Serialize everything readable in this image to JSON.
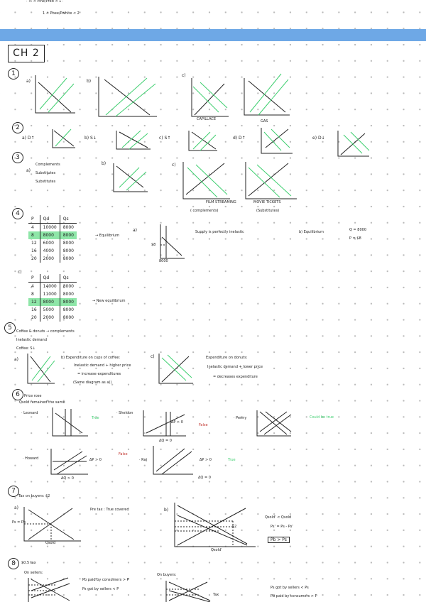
{
  "top": {
    "line1": "· ½ < Pine/Pred < 1 ·",
    "line2": "1 < Pbee/Pwhite < 2"
  },
  "chapter": "CH 2",
  "q1": {
    "num": "1",
    "a": "a)",
    "b": "b)",
    "c": "c)",
    "cap_c": "CAPILLACE",
    "cap_d": "GAS"
  },
  "q2": {
    "num": "2",
    "a": "a) D↑",
    "b": "b) S↓",
    "c": "c) S↑",
    "d": "d) D↑",
    "e": "e) D↓"
  },
  "q3": {
    "num": "3",
    "a": "a)",
    "list": [
      "Complements",
      "Substitutes",
      "Substitutes"
    ],
    "b": "b)",
    "c": "c)",
    "cap_c1": "FILM STREAMING",
    "cap_c2": "( complements)",
    "cap_d1": "MOVIE TICKETS",
    "cap_d2": "(Substitutes)"
  },
  "q4": {
    "num": "4",
    "headers": [
      "P",
      "Qd",
      "Qs"
    ],
    "rows": [
      [
        "4",
        "10000",
        "8000"
      ],
      [
        "8",
        "8000",
        "8000"
      ],
      [
        "12",
        "6000",
        "8000"
      ],
      [
        "16",
        "4000",
        "8000"
      ],
      [
        "20",
        "2000",
        "8000"
      ]
    ],
    "hl_row": "1",
    "arrow": "→ Equilibrium",
    "a": "a)",
    "note": "Supply is perfectly inelastic",
    "b": "b) Equilibrium",
    "eq1": "Q = 8000",
    "eq2": "P = $8",
    "y8": "$8",
    "x8000": "8000",
    "c": "c)",
    "headers2": [
      "P",
      "Qd",
      "Qs"
    ],
    "rows2": [
      [
        "4",
        "14000",
        "8000"
      ],
      [
        "8",
        "11000",
        "8000"
      ],
      [
        "12",
        "8000",
        "8000"
      ],
      [
        "16",
        "5000",
        "8000"
      ],
      [
        "20",
        "2000",
        "8000"
      ]
    ],
    "hl_row2": "2",
    "arrow2": "→ New equilibrium"
  },
  "q5": {
    "num": "5",
    "l1": "Coffee & donuts → complements",
    "l2": "Inelastic demand",
    "l3": "Coffee: S↓",
    "a": "a)",
    "b": "b) Expenditure on cups of coffee:",
    "b1": "Inelastic demand + higher price",
    "b2": "= increase expenditures",
    "b3": "(Same diagram as a))",
    "c": "c)",
    "d": "Expenditure on donuts:",
    "d1": "Inelastic demand + lower price",
    "d2": "= decreases expenditure"
  },
  "q6": {
    "num": "6",
    "l1": "Price rose",
    "l2": "Qsold remained the same",
    "leonard": "· Leonard",
    "true1": "True",
    "sheldon": "· Sheldon",
    "false1": "False",
    "penny": "· Penny",
    "cbt": "Could be true",
    "howard": "· Howard",
    "dp0": "ΔP > 0",
    "dq0": "ΔQ > 0",
    "false2": "False",
    "raj": "· Raj",
    "true2": "True",
    "dp1": "ΔP > 0",
    "dq1": "ΔQ = 0",
    "dp_sh": "ΔP > 0",
    "dq_sh": "ΔQ = 0"
  },
  "q7": {
    "num": "7",
    "tax": "Tax on buyers: $2",
    "a": "a)",
    "pre": "Pre tax : True covered",
    "pspb": "Ps = Pb",
    "qsold": "Qsold",
    "b": "b)",
    "two": "$2",
    "qsold2": "Qsold'",
    "r1": "Qsold' < Qsold",
    "r2": "Ps' = Ps - Ps'",
    "box": "Pb > Ps"
  },
  "q8": {
    "num": "8",
    "tax": "$0.5 tax",
    "sellers": "On sellers:",
    "s1": "Pb paid by consumers > P",
    "s2": "Ps got by sellers < P",
    "buyers": "On buyers:",
    "b1": "Ps got by sellers < Ps",
    "b2": "Pb paid by consumers > P",
    "tax2": "Tax"
  }
}
